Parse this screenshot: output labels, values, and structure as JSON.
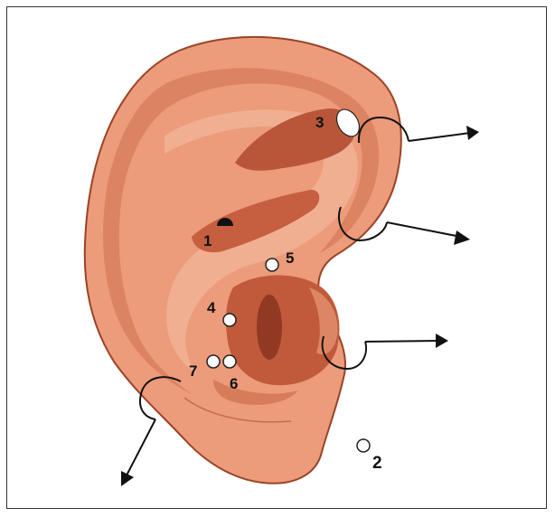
{
  "colors": {
    "skin": "#ec9b7b",
    "skin_light": "#f4b89c",
    "skin_shadow": "#cf6f4c",
    "skin_deep": "#a8472c",
    "outline": "#9a4327",
    "arrow": "#111111",
    "point_fill": "#ffffff",
    "point_stroke": "#222222",
    "frame": "#333333"
  },
  "labels": {
    "p1": "1",
    "p2": "2",
    "p3": "3",
    "p4": "4",
    "p5": "5",
    "p6": "6",
    "p7": "7"
  },
  "icons": {
    "arrow": "arrow-right-icon",
    "hook": "curved-hook-icon",
    "point": "open-circle-icon"
  }
}
